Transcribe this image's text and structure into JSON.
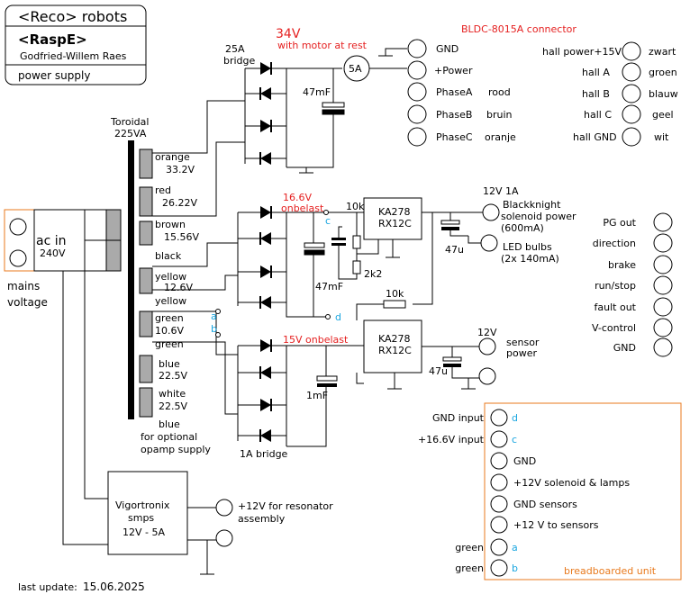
{
  "title_block": {
    "title": "<Reco> robots",
    "project": "<RaspE>",
    "author": "Godfried-Willem Raes",
    "subject": "power supply"
  },
  "labels": {
    "mains_voltage": [
      "mains",
      "voltage"
    ],
    "ac_in": "ac in",
    "ac_volt": "240V",
    "toroidal": [
      "Toroidal",
      "225VA"
    ],
    "bridge25": [
      "25A",
      "bridge"
    ],
    "bridge1": "1A bridge",
    "v34": "34V",
    "motor_rest": "with motor at rest",
    "fuse": "5A",
    "cap47m_top": "47mF",
    "cap47m_mid": "47mF",
    "cap1m": "1mF",
    "v166": [
      "16.6V",
      "onbelast"
    ],
    "v15": "15V onbelast",
    "reg1": [
      "KA278",
      "RX12C"
    ],
    "reg2": [
      "KA278",
      "RX12C"
    ],
    "r10k_a": "10k",
    "r10k_b": "10k",
    "r2k2": "2k2",
    "c47u_a": "47u",
    "c47u_b": "47u",
    "v12_1a": "12V 1A",
    "solenoid": [
      "Blackknight",
      "solenoid power",
      "(600mA)"
    ],
    "led": [
      "LED bulbs",
      "(2x 140mA)"
    ],
    "v12": "12V",
    "sensor_power": [
      "sensor",
      "power"
    ],
    "bldc_title": "BLDC-8015A connector",
    "gnd": "GND",
    "plus_power": "+Power",
    "phase_a": "PhaseA",
    "phase_b": "PhaseB",
    "phase_c": "PhaseC",
    "rood": "rood",
    "bruin": "bruin",
    "oranje": "oranje",
    "hall_power": "hall power+15V",
    "hall_a": "hall A",
    "hall_b": "hall B",
    "hall_c": "hall C",
    "hall_gnd": "hall GND",
    "zwart": "zwart",
    "groen": "groen",
    "blauw": "blauw",
    "geel": "geel",
    "wit": "wit",
    "ctrl": [
      "PG out",
      "direction",
      "brake",
      "run/stop",
      "fault out",
      "V-control",
      "GND"
    ],
    "windings": {
      "orange": [
        "orange",
        "33.2V"
      ],
      "red": [
        "red",
        "26.22V"
      ],
      "brown": [
        "brown",
        "15.56V"
      ],
      "black": "black",
      "yellow": [
        "yellow",
        "12.6V"
      ],
      "yellow2": "yellow",
      "green": [
        "green",
        "10.6V"
      ],
      "green2": "green",
      "blue": [
        "blue",
        "22.5V"
      ],
      "white": [
        "white",
        "22.5V"
      ],
      "blue_note": [
        "blue",
        "for optional",
        "opamp supply"
      ]
    },
    "smps": [
      "Vigortronix",
      "smps",
      "12V - 5A"
    ],
    "resonator": [
      "+12V for resonator",
      "assembly"
    ],
    "bb_rows": [
      "GND input",
      "+16.6V input",
      "GND",
      "+12V solenoid &  lamps",
      "GND sensors",
      "+12 V to sensors",
      "green",
      "green"
    ],
    "bb_tags": [
      "d",
      "c",
      "",
      "",
      "",
      "",
      "a",
      "b"
    ],
    "bb_title": "breadboarded unit",
    "tag_a": "a",
    "tag_b": "b",
    "tag_c": "c",
    "tag_d": "d",
    "last_update_label": "last update:",
    "last_update_date": "15.06.2025"
  },
  "colors": {
    "red_text": "#e52020",
    "cyan_text": "#1aa6e0",
    "breadboard_border": "#e87a1e"
  }
}
